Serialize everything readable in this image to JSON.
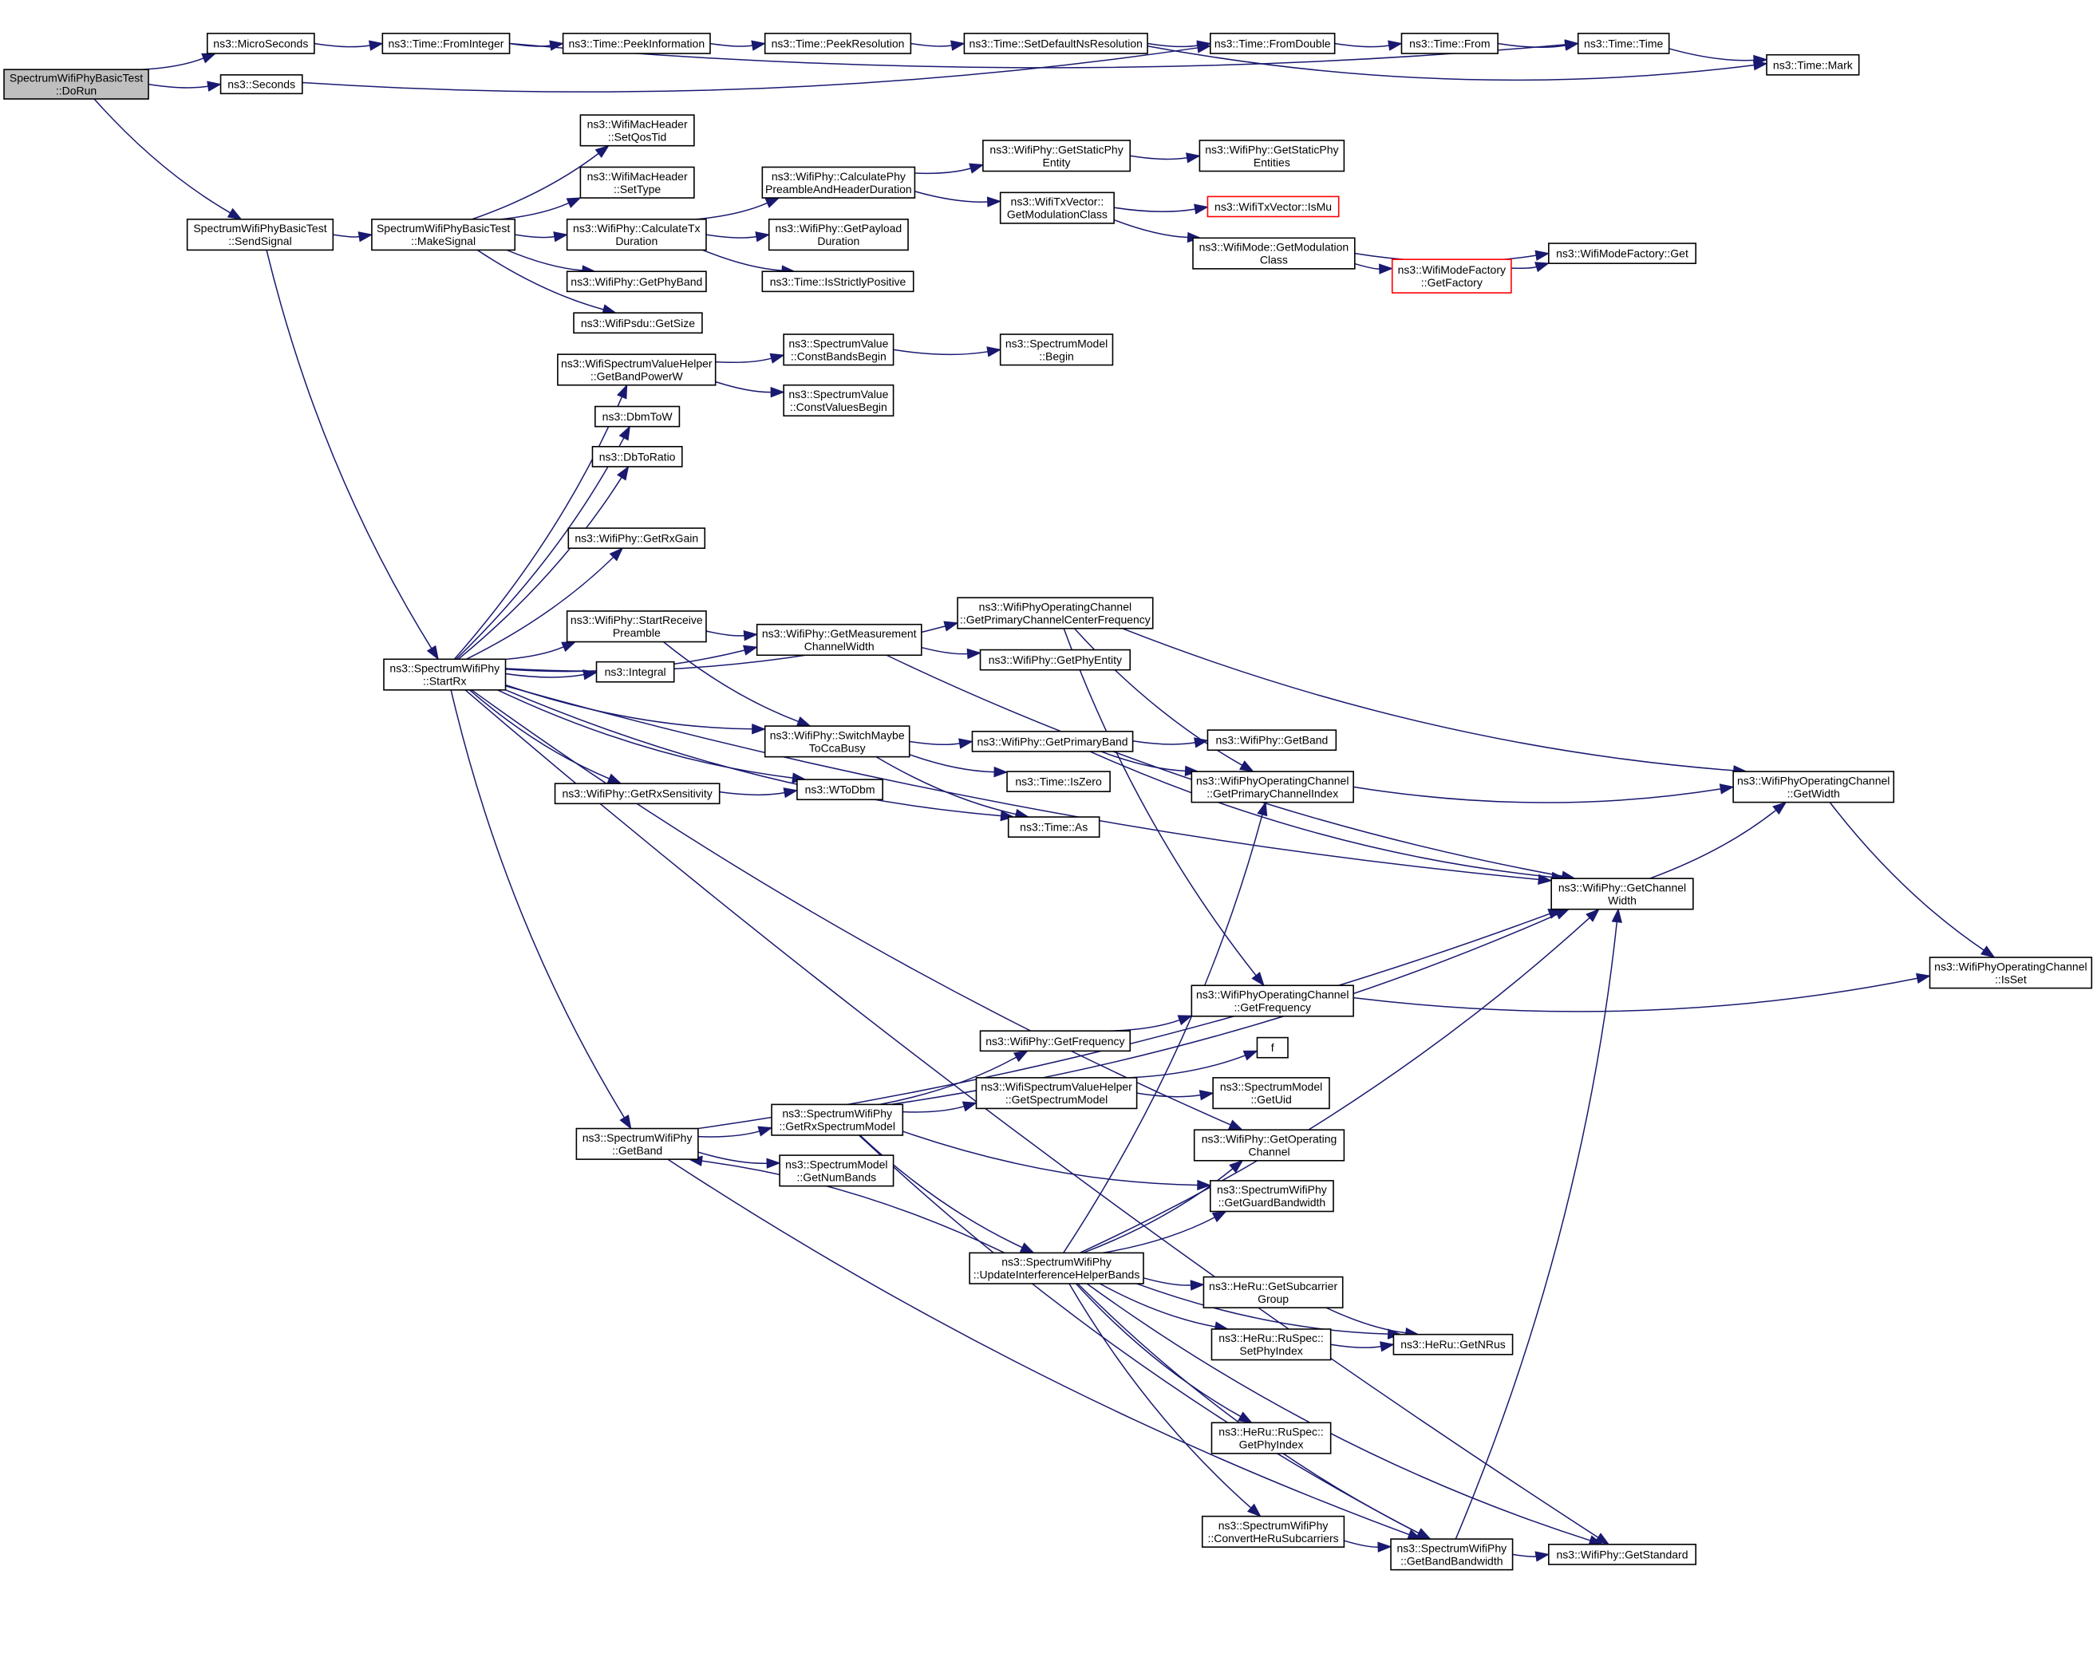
{
  "title": "SpectrumWifiPhyBasicTest::DoRun call graph",
  "colors": {
    "edge": "#191970",
    "root_fill": "#bfbfbf",
    "node_border": "#000000",
    "truncated_border": "#ff0000"
  },
  "nodes": [
    {
      "id": "dorun",
      "lines": [
        "SpectrumWifiPhyBasicTest",
        "::DoRun"
      ],
      "kind": "root"
    },
    {
      "id": "microseconds",
      "lines": [
        "ns3::MicroSeconds"
      ]
    },
    {
      "id": "seconds",
      "lines": [
        "ns3::Seconds"
      ]
    },
    {
      "id": "frominteger",
      "lines": [
        "ns3::Time::FromInteger"
      ]
    },
    {
      "id": "peekinformation",
      "lines": [
        "ns3::Time::PeekInformation"
      ]
    },
    {
      "id": "peekresolution",
      "lines": [
        "ns3::Time::PeekResolution"
      ]
    },
    {
      "id": "setdefaultnsresolution",
      "lines": [
        "ns3::Time::SetDefaultNsResolution"
      ]
    },
    {
      "id": "fromdouble",
      "lines": [
        "ns3::Time::FromDouble"
      ]
    },
    {
      "id": "timefrom",
      "lines": [
        "ns3::Time::From"
      ]
    },
    {
      "id": "timetime",
      "lines": [
        "ns3::Time::Time"
      ]
    },
    {
      "id": "timemark",
      "lines": [
        "ns3::Time::Mark"
      ]
    },
    {
      "id": "sendsignal",
      "lines": [
        "SpectrumWifiPhyBasicTest",
        "::SendSignal"
      ]
    },
    {
      "id": "makesignal",
      "lines": [
        "SpectrumWifiPhyBasicTest",
        "::MakeSignal"
      ]
    },
    {
      "id": "setqostid",
      "lines": [
        "ns3::WifiMacHeader",
        "::SetQosTid"
      ]
    },
    {
      "id": "settype",
      "lines": [
        "ns3::WifiMacHeader",
        "::SetType"
      ]
    },
    {
      "id": "calctxduration",
      "lines": [
        "ns3::WifiPhy::CalculateTx",
        "Duration"
      ]
    },
    {
      "id": "getphyband",
      "lines": [
        "ns3::WifiPhy::GetPhyBand"
      ]
    },
    {
      "id": "psdugetsize",
      "lines": [
        "ns3::WifiPsdu::GetSize"
      ]
    },
    {
      "id": "calcpreamble",
      "lines": [
        "ns3::WifiPhy::CalculatePhy",
        "PreambleAndHeaderDuration"
      ]
    },
    {
      "id": "getpayloadduration",
      "lines": [
        "ns3::WifiPhy::GetPayload",
        "Duration"
      ]
    },
    {
      "id": "isstrictlypositive",
      "lines": [
        "ns3::Time::IsStrictlyPositive"
      ]
    },
    {
      "id": "getstaticphyentity",
      "lines": [
        "ns3::WifiPhy::GetStaticPhy",
        "Entity"
      ]
    },
    {
      "id": "getstaticphyentities",
      "lines": [
        "ns3::WifiPhy::GetStaticPhy",
        "Entities"
      ]
    },
    {
      "id": "txvecmodclass",
      "lines": [
        "ns3::WifiTxVector::",
        "GetModulationClass"
      ]
    },
    {
      "id": "ismu",
      "lines": [
        "ns3::WifiTxVector::IsMu"
      ],
      "kind": "red"
    },
    {
      "id": "modemodclass",
      "lines": [
        "ns3::WifiMode::GetModulation",
        "Class"
      ]
    },
    {
      "id": "getfactory",
      "lines": [
        "ns3::WifiModeFactory",
        "::GetFactory"
      ],
      "kind": "red"
    },
    {
      "id": "factoryget",
      "lines": [
        "ns3::WifiModeFactory::Get"
      ]
    },
    {
      "id": "getbandpowerw",
      "lines": [
        "ns3::WifiSpectrumValueHelper",
        "::GetBandPowerW"
      ]
    },
    {
      "id": "constbandsbegin",
      "lines": [
        "ns3::SpectrumValue",
        "::ConstBandsBegin"
      ]
    },
    {
      "id": "constvaluesbegin",
      "lines": [
        "ns3::SpectrumValue",
        "::ConstValuesBegin"
      ]
    },
    {
      "id": "smbegin",
      "lines": [
        "ns3::SpectrumModel",
        "::Begin"
      ]
    },
    {
      "id": "dbmtow",
      "lines": [
        "ns3::DbmToW"
      ]
    },
    {
      "id": "dbtoratio",
      "lines": [
        "ns3::DbToRatio"
      ]
    },
    {
      "id": "getrxgain",
      "lines": [
        "ns3::WifiPhy::GetRxGain"
      ]
    },
    {
      "id": "startrx",
      "lines": [
        "ns3::SpectrumWifiPhy",
        "::StartRx"
      ]
    },
    {
      "id": "startreceivepreamble",
      "lines": [
        "ns3::WifiPhy::StartReceive",
        "Preamble"
      ]
    },
    {
      "id": "integral",
      "lines": [
        "ns3::Integral"
      ]
    },
    {
      "id": "getmeaschanwidth",
      "lines": [
        "ns3::WifiPhy::GetMeasurement",
        "ChannelWidth"
      ]
    },
    {
      "id": "getphyentity",
      "lines": [
        "ns3::WifiPhy::GetPhyEntity"
      ]
    },
    {
      "id": "getprimcenterfreq",
      "lines": [
        "ns3::WifiPhyOperatingChannel",
        "::GetPrimaryChannelCenterFrequency"
      ]
    },
    {
      "id": "switchmaybeccabusy",
      "lines": [
        "ns3::WifiPhy::SwitchMaybe",
        "ToCcaBusy"
      ]
    },
    {
      "id": "getprimaryband",
      "lines": [
        "ns3::WifiPhy::GetPrimaryBand"
      ]
    },
    {
      "id": "wifiphygetband",
      "lines": [
        "ns3::WifiPhy::GetBand"
      ]
    },
    {
      "id": "getprimchanindex",
      "lines": [
        "ns3::WifiPhyOperatingChannel",
        "::GetPrimaryChannelIndex"
      ]
    },
    {
      "id": "iszero",
      "lines": [
        "ns3::Time::IsZero"
      ]
    },
    {
      "id": "getrxsensitivity",
      "lines": [
        "ns3::WifiPhy::GetRxSensitivity"
      ]
    },
    {
      "id": "wtodbm",
      "lines": [
        "ns3::WToDbm"
      ]
    },
    {
      "id": "timeas",
      "lines": [
        "ns3::Time::As"
      ]
    },
    {
      "id": "opchangetwidth",
      "lines": [
        "ns3::WifiPhyOperatingChannel",
        "::GetWidth"
      ]
    },
    {
      "id": "getchannelwidth",
      "lines": [
        "ns3::WifiPhy::GetChannel",
        "Width"
      ]
    },
    {
      "id": "opchanisset",
      "lines": [
        "ns3::WifiPhyOperatingChannel",
        "::IsSet"
      ]
    },
    {
      "id": "opchangetfreq",
      "lines": [
        "ns3::WifiPhyOperatingChannel",
        "::GetFrequency"
      ]
    },
    {
      "id": "wifiphygetfreq",
      "lines": [
        "ns3::WifiPhy::GetFrequency"
      ]
    },
    {
      "id": "f",
      "lines": [
        "f"
      ]
    },
    {
      "id": "getspectrummodel",
      "lines": [
        "ns3::WifiSpectrumValueHelper",
        "::GetSpectrumModel"
      ]
    },
    {
      "id": "smgetuid",
      "lines": [
        "ns3::SpectrumModel",
        "::GetUid"
      ]
    },
    {
      "id": "getrxspectrummodel",
      "lines": [
        "ns3::SpectrumWifiPhy",
        "::GetRxSpectrumModel"
      ]
    },
    {
      "id": "swpgetband",
      "lines": [
        "ns3::SpectrumWifiPhy",
        "::GetBand"
      ]
    },
    {
      "id": "getopchannel",
      "lines": [
        "ns3::WifiPhy::GetOperating",
        "Channel"
      ]
    },
    {
      "id": "smgetnumbands",
      "lines": [
        "ns3::SpectrumModel",
        "::GetNumBands"
      ]
    },
    {
      "id": "getguardbw",
      "lines": [
        "ns3::SpectrumWifiPhy",
        "::GetGuardBandwidth"
      ]
    },
    {
      "id": "updateihbands",
      "lines": [
        "ns3::SpectrumWifiPhy",
        "::UpdateInterferenceHelperBands"
      ]
    },
    {
      "id": "getsubcarriergroup",
      "lines": [
        "ns3::HeRu::GetSubcarrier",
        "Group"
      ]
    },
    {
      "id": "setphyindex",
      "lines": [
        "ns3::HeRu::RuSpec::",
        "SetPhyIndex"
      ]
    },
    {
      "id": "getnrus",
      "lines": [
        "ns3::HeRu::GetNRus"
      ]
    },
    {
      "id": "getphyindex",
      "lines": [
        "ns3::HeRu::RuSpec::",
        "GetPhyIndex"
      ]
    },
    {
      "id": "convertheru",
      "lines": [
        "ns3::SpectrumWifiPhy",
        "::ConvertHeRuSubcarriers"
      ]
    },
    {
      "id": "getbandbw",
      "lines": [
        "ns3::SpectrumWifiPhy",
        "::GetBandBandwidth"
      ]
    },
    {
      "id": "getstandard",
      "lines": [
        "ns3::WifiPhy::GetStandard"
      ]
    }
  ],
  "edges": [
    [
      "dorun",
      "microseconds"
    ],
    [
      "dorun",
      "seconds"
    ],
    [
      "dorun",
      "sendsignal"
    ],
    [
      "microseconds",
      "frominteger"
    ],
    [
      "frominteger",
      "peekinformation"
    ],
    [
      "frominteger",
      "timetime"
    ],
    [
      "peekinformation",
      "peekresolution"
    ],
    [
      "peekresolution",
      "setdefaultnsresolution"
    ],
    [
      "setdefaultnsresolution",
      "fromdouble"
    ],
    [
      "setdefaultnsresolution",
      "timemark"
    ],
    [
      "seconds",
      "fromdouble"
    ],
    [
      "fromdouble",
      "timefrom"
    ],
    [
      "timefrom",
      "timetime"
    ],
    [
      "timetime",
      "timemark"
    ],
    [
      "sendsignal",
      "makesignal"
    ],
    [
      "sendsignal",
      "startrx"
    ],
    [
      "makesignal",
      "setqostid"
    ],
    [
      "makesignal",
      "settype"
    ],
    [
      "makesignal",
      "calctxduration"
    ],
    [
      "makesignal",
      "getphyband"
    ],
    [
      "makesignal",
      "psdugetsize"
    ],
    [
      "calctxduration",
      "calcpreamble"
    ],
    [
      "calctxduration",
      "getpayloadduration"
    ],
    [
      "calctxduration",
      "isstrictlypositive"
    ],
    [
      "calcpreamble",
      "getstaticphyentity"
    ],
    [
      "calcpreamble",
      "txvecmodclass"
    ],
    [
      "getstaticphyentity",
      "getstaticphyentities"
    ],
    [
      "txvecmodclass",
      "ismu"
    ],
    [
      "txvecmodclass",
      "modemodclass"
    ],
    [
      "modemodclass",
      "factoryget"
    ],
    [
      "modemodclass",
      "getfactory"
    ],
    [
      "getfactory",
      "factoryget"
    ],
    [
      "startrx",
      "getbandpowerw"
    ],
    [
      "startrx",
      "dbmtow"
    ],
    [
      "startrx",
      "dbtoratio"
    ],
    [
      "startrx",
      "getrxgain"
    ],
    [
      "startrx",
      "getprimcenterfreq"
    ],
    [
      "startrx",
      "getmeaschanwidth"
    ],
    [
      "startrx",
      "startreceivepreamble"
    ],
    [
      "startrx",
      "integral"
    ],
    [
      "startrx",
      "switchmaybeccabusy"
    ],
    [
      "startrx",
      "wtodbm"
    ],
    [
      "startrx",
      "getrxsensitivity"
    ],
    [
      "startrx",
      "timeas"
    ],
    [
      "startrx",
      "getchannelwidth"
    ],
    [
      "startrx",
      "getopchannel"
    ],
    [
      "startrx",
      "swpgetband"
    ],
    [
      "startrx",
      "getstandard"
    ],
    [
      "getbandpowerw",
      "constbandsbegin"
    ],
    [
      "getbandpowerw",
      "constvaluesbegin"
    ],
    [
      "constbandsbegin",
      "smbegin"
    ],
    [
      "startreceivepreamble",
      "getmeaschanwidth"
    ],
    [
      "startreceivepreamble",
      "switchmaybeccabusy"
    ],
    [
      "getmeaschanwidth",
      "getphyentity"
    ],
    [
      "getmeaschanwidth",
      "getchannelwidth"
    ],
    [
      "getprimcenterfreq",
      "getprimchanindex"
    ],
    [
      "getprimcenterfreq",
      "opchangetfreq"
    ],
    [
      "getprimcenterfreq",
      "opchangetwidth"
    ],
    [
      "switchmaybeccabusy",
      "getprimaryband"
    ],
    [
      "switchmaybeccabusy",
      "iszero"
    ],
    [
      "switchmaybeccabusy",
      "timeas"
    ],
    [
      "getprimaryband",
      "wifiphygetband"
    ],
    [
      "getprimaryband",
      "getprimchanindex"
    ],
    [
      "getprimaryband",
      "getchannelwidth"
    ],
    [
      "getrxsensitivity",
      "wtodbm"
    ],
    [
      "getprimchanindex",
      "opchangetwidth"
    ],
    [
      "getchannelwidth",
      "opchangetwidth"
    ],
    [
      "opchangetwidth",
      "opchanisset"
    ],
    [
      "opchangetfreq",
      "opchanisset"
    ],
    [
      "swpgetband",
      "getrxspectrummodel"
    ],
    [
      "swpgetband",
      "smgetnumbands"
    ],
    [
      "swpgetband",
      "getchannelwidth"
    ],
    [
      "swpgetband",
      "getbandbw"
    ],
    [
      "getrxspectrummodel",
      "wifiphygetfreq"
    ],
    [
      "getrxspectrummodel",
      "getspectrummodel"
    ],
    [
      "getrxspectrummodel",
      "getchannelwidth"
    ],
    [
      "getrxspectrummodel",
      "getguardbw"
    ],
    [
      "getrxspectrummodel",
      "updateihbands"
    ],
    [
      "getrxspectrummodel",
      "getbandbw"
    ],
    [
      "wifiphygetfreq",
      "opchangetfreq"
    ],
    [
      "getspectrummodel",
      "f"
    ],
    [
      "getspectrummodel",
      "smgetuid"
    ],
    [
      "updateihbands",
      "swpgetband"
    ],
    [
      "updateihbands",
      "getprimchanindex"
    ],
    [
      "updateihbands",
      "getopchannel"
    ],
    [
      "updateihbands",
      "getguardbw"
    ],
    [
      "updateihbands",
      "getchannelwidth"
    ],
    [
      "updateihbands",
      "getsubcarriergroup"
    ],
    [
      "updateihbands",
      "setphyindex"
    ],
    [
      "updateihbands",
      "getnrus"
    ],
    [
      "updateihbands",
      "getphyindex"
    ],
    [
      "updateihbands",
      "convertheru"
    ],
    [
      "updateihbands",
      "getbandbw"
    ],
    [
      "updateihbands",
      "getstandard"
    ],
    [
      "getsubcarriergroup",
      "getnrus"
    ],
    [
      "setphyindex",
      "getnrus"
    ],
    [
      "convertheru",
      "getbandbw"
    ],
    [
      "getbandbw",
      "getstandard"
    ],
    [
      "getbandbw",
      "getchannelwidth"
    ]
  ]
}
